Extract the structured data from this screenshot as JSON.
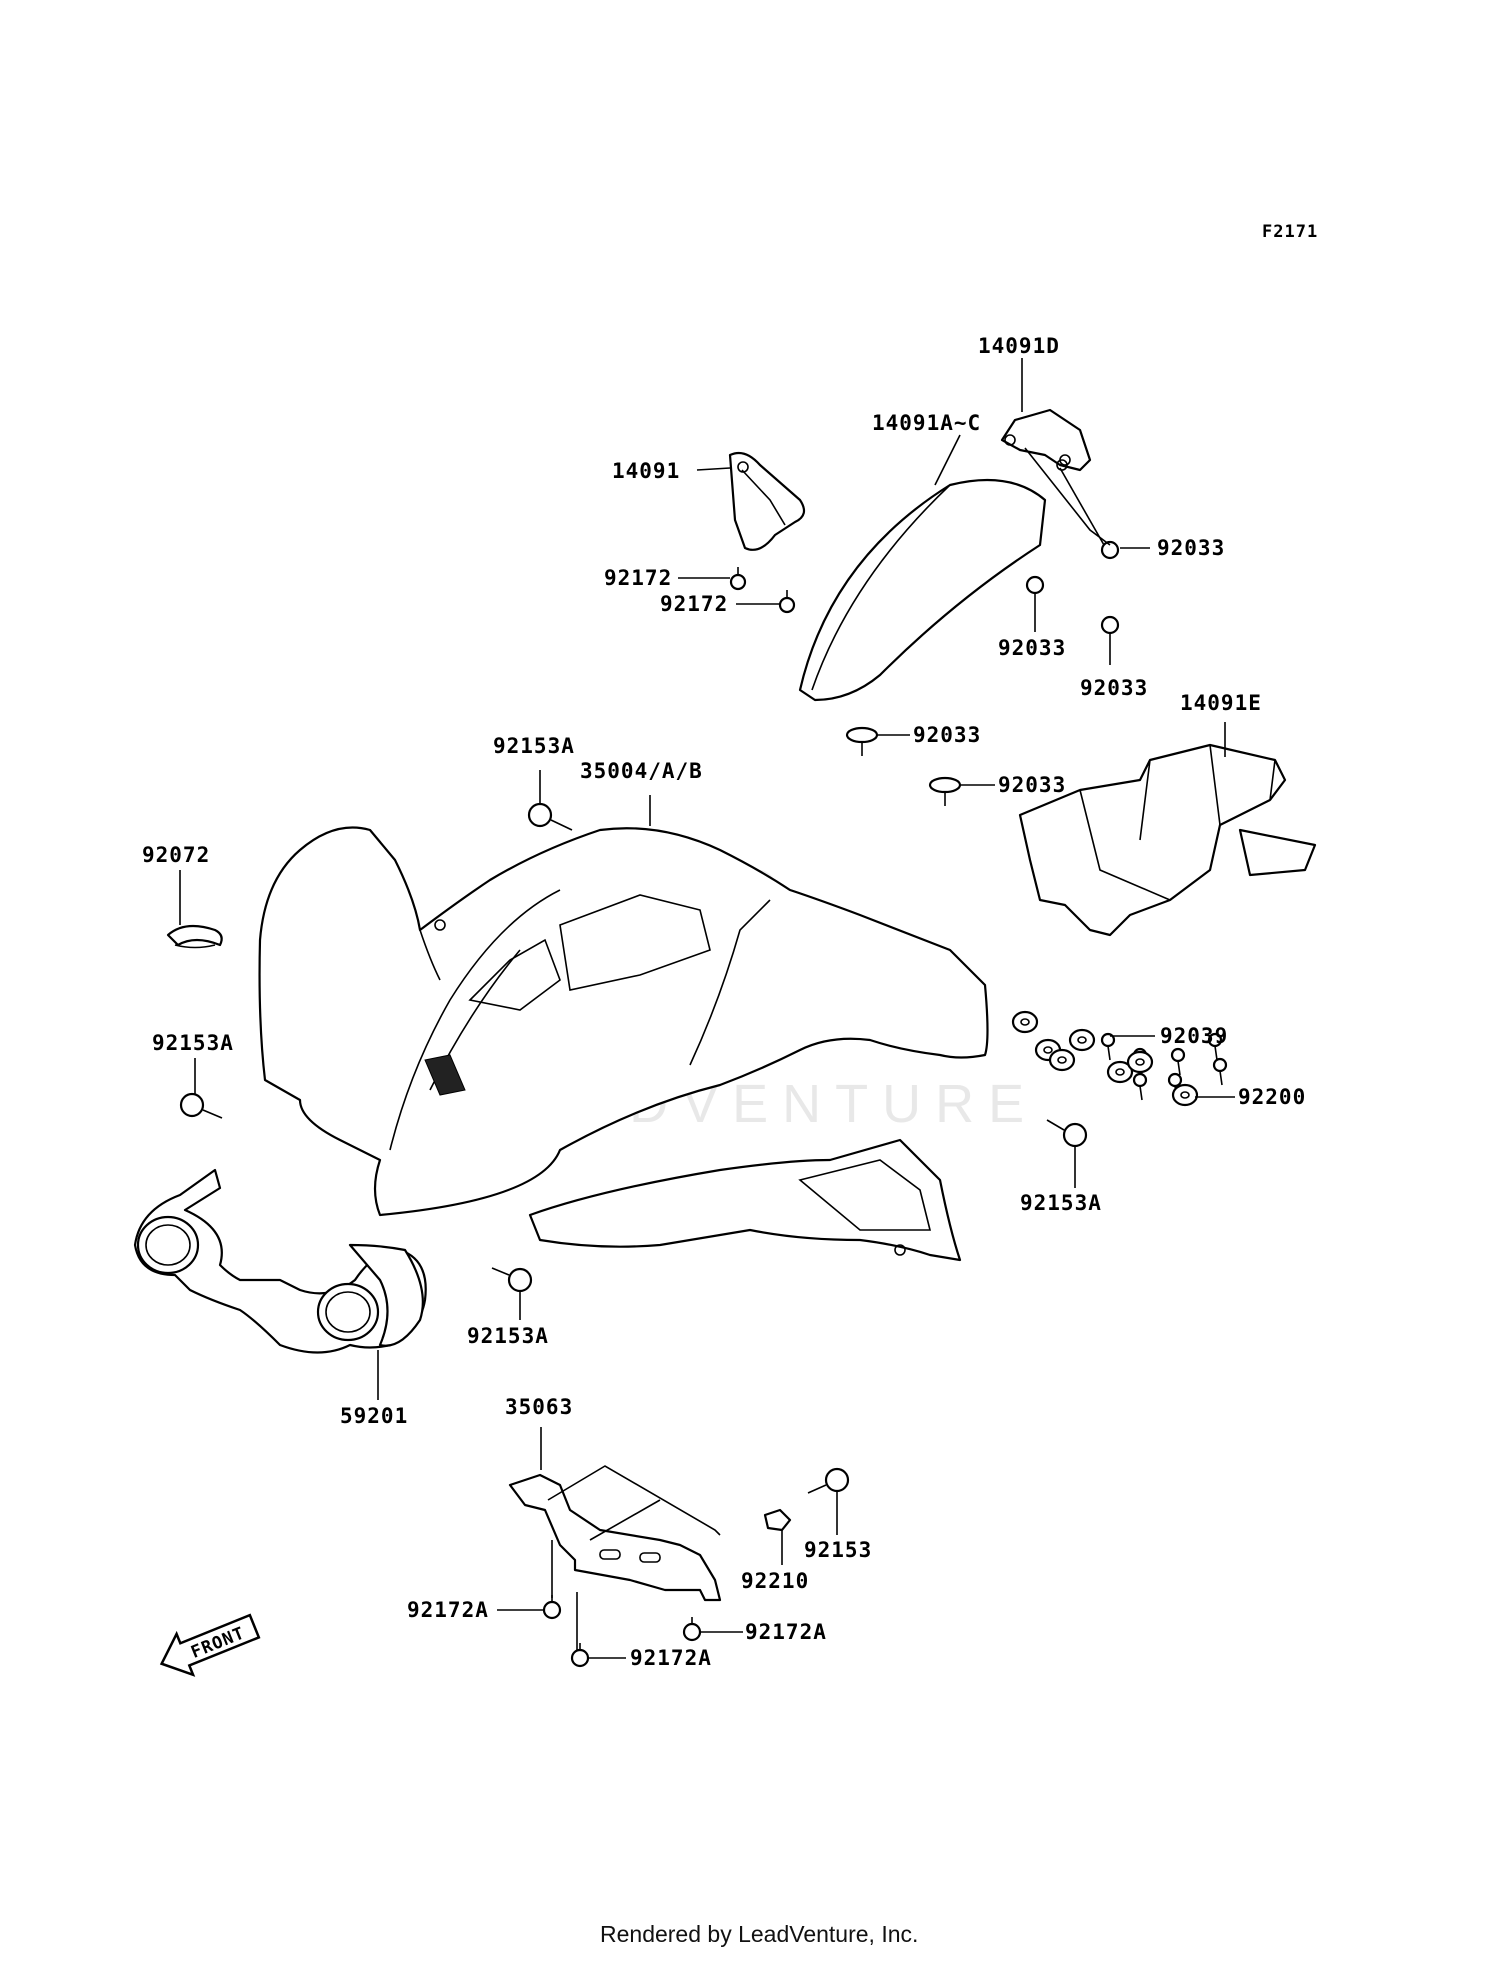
{
  "diagram_code": "F2171",
  "callouts": {
    "p14091D": "14091D",
    "p14091AC": "14091A~C",
    "p14091": "14091",
    "p92033_a": "92033",
    "p92172_a": "92172",
    "p92172_b": "92172",
    "p92033_b": "92033",
    "p92033_c": "92033",
    "p14091E": "14091E",
    "p92033_d": "92033",
    "p92033_e": "92033",
    "p92153A_a": "92153A",
    "p35004": "35004/A/B",
    "p92072": "92072",
    "p92039": "92039",
    "p92153A_b": "92153A",
    "p92200": "92200",
    "p92153A_c": "92153A",
    "p92153A_d": "92153A",
    "p59201": "59201",
    "p35063": "35063",
    "p92153": "92153",
    "p92210": "92210",
    "p92172A_a": "92172A",
    "p92172A_b": "92172A",
    "p92172A_c": "92172A"
  },
  "front_marker": "FRONT",
  "watermark": "LEADVENTURE",
  "footer": "Rendered by LeadVenture, Inc."
}
